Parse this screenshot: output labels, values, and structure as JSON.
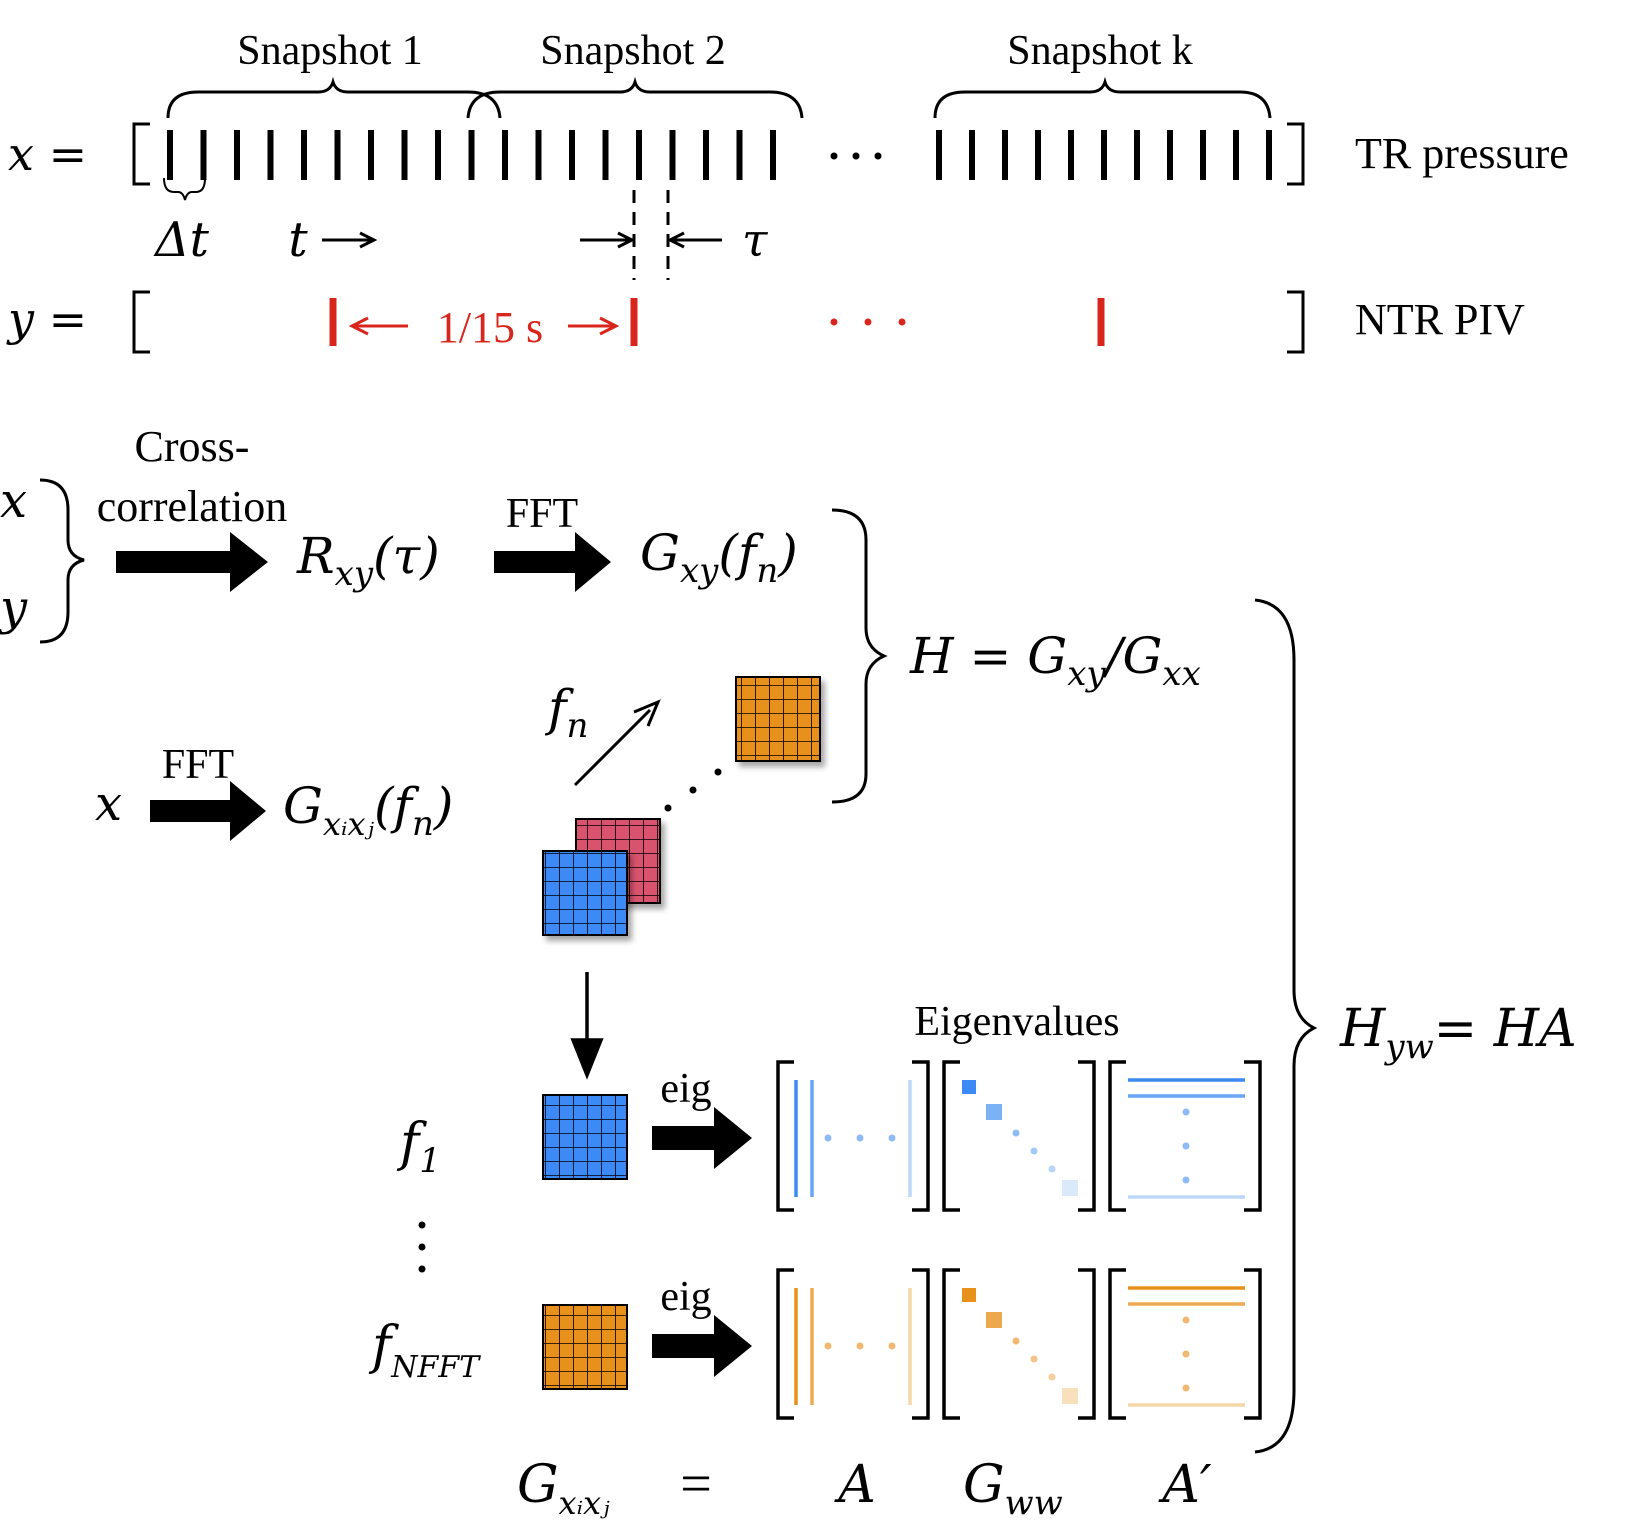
{
  "timeline": {
    "snapshots": [
      "Snapshot 1",
      "Snapshot 2",
      "Snapshot k"
    ],
    "x_label": "x =",
    "y_label": "y =",
    "x_series": "TR pressure",
    "y_series": "NTR PIV",
    "dt": "Δt",
    "t": "t",
    "tau": "τ",
    "piv_interval": "1/15 s",
    "ellipsis": "···"
  },
  "pipeline": {
    "input_x": "x",
    "input_y": "y",
    "cross_line1": "Cross-",
    "cross_line2": "correlation",
    "R": "R",
    "R_sub": "xy",
    "R_arg": "(τ)",
    "fft1": "FFT",
    "G": "G",
    "G_sub": "xy",
    "G_arg": "(f",
    "G_arg_sub": "n",
    "G_close": ")",
    "H_eq": "H = G",
    "H_sub1": "xy",
    "H_mid": "/G",
    "H_sub2": "xx",
    "x2": "x",
    "fft2": "FFT",
    "Gxx": "G",
    "Gxx_sub": "xᵢxⱼ",
    "Gxx_arg": "(f",
    "Gxx_arg_sub": "n",
    "Gxx_close": ")",
    "fn": "f",
    "fn_sub": "n"
  },
  "eigen": {
    "eig1": "eig",
    "eig2": "eig",
    "eigenvalues": "Eigenvalues",
    "f1": "f",
    "f1_sub": "1",
    "fN": "f",
    "fN_sub": "NFFT",
    "vdots": "⋮",
    "eq_lhs": "G",
    "eq_lhs_sub": "xᵢxⱼ",
    "eq_equals": "=",
    "A": "A",
    "Gww": "G",
    "Gww_sub": "ww",
    "Aprime": "A′",
    "Hyw": "H",
    "Hyw_sub": "yw",
    "Hyw_rhs": "= HA"
  },
  "colors": {
    "blue": "#3d8af7",
    "red": "#d9536e",
    "orange": "#e8901c",
    "pivred": "#d8261f"
  }
}
